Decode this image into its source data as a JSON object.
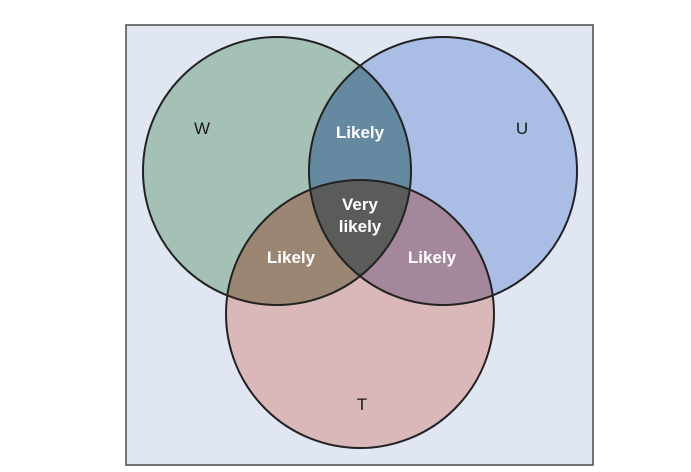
{
  "diagram": {
    "type": "venn-3",
    "colors": {
      "background": "#e1e6f3",
      "frame": "#4a4a4a",
      "set_w": "#7faa8e",
      "set_u": "#86a3db",
      "set_t": "#d59a94",
      "outline": "#222222"
    },
    "sets": {
      "w": {
        "label": "W"
      },
      "u": {
        "label": "U"
      },
      "t": {
        "label": "T"
      }
    },
    "regions": {
      "w_u": [
        "Likely"
      ],
      "w_t": [
        "Likely"
      ],
      "u_t": [
        "Likely"
      ],
      "w_u_t": [
        "Very",
        "likely"
      ]
    }
  }
}
